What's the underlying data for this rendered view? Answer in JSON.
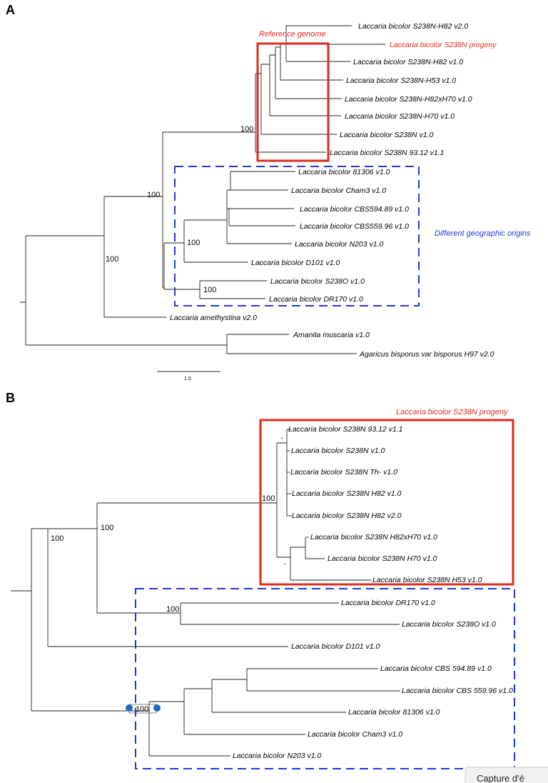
{
  "panels": [
    {
      "letter": "A",
      "support_values": [
        "100",
        "100",
        "100",
        "100",
        "100"
      ],
      "leaves": [
        "Laccaria bicolor S238N-H82 v2.0",
        "Laccaria bicolor S238N progeny",
        "Laccaria bicolor S238N-H82 v1.0",
        "Laccaria bicolor S238N-H53 v1.0",
        "Laccaria bicolor S238N-H82xH70 v1.0",
        "Laccaria bicolor S238N-H70 v1.0",
        "Laccaria bicolor S238N v1.0",
        "Laccaria bicolor S238N 93.12 v1.1",
        "Laccaria bicolor 81306 v1.0",
        "Laccaria bicolor Cham3 v1.0",
        "Laccaria bicolor CBS594.89 v1.0",
        "Laccaria bicolor CBS559.96 v1.0",
        "Laccaria bicolor N203 v1.0",
        "Laccaria bicolor D101 v1.0",
        "Laccaria bicolor S238O v1.0",
        "Laccaria bicolor DR170 v1.0",
        "Laccaria amethystina v2.0",
        "Amanita muscaria v1.0",
        "Agaricus bisporus var bisporus H97 v2.0"
      ],
      "reference_note": "Reference genome",
      "geographic_note": "Different geographic origins",
      "scale_label": "1.0"
    },
    {
      "letter": "B",
      "support_values": [
        "100",
        "100",
        "100",
        "100",
        "100"
      ],
      "asterisks": [
        "*",
        "*"
      ],
      "progeny_note": "Laccaria bicolor S238N progeny",
      "leaves": [
        "Laccaria bicolor S238N 93.12 v1.1",
        "Laccaria bicolor S238N v1.0",
        "Laccaria bicolor S238N Th- v1.0",
        "Laccaria bicolor S238N H82 v1.0",
        "Laccaria bicolor S238N H82 v2.0",
        "Laccaria bicolor S238N H82xH70 v1.0",
        "Laccaria bicolor S238N H70 v1.0",
        "Laccaria bicolor S238N H53 v1.0",
        "Laccaria bicolor DR170 v1.0",
        "Laccaria bicolor S238O v1.0",
        "Laccaria bicolor D101 v1.0",
        "Laccaria bicolor CBS 594.89 v1.0",
        "Laccaria bicolor CBS 559.96 v1.0",
        "Laccaria bicolor 81306 v1.0",
        "Laccaria bicolor Cham3 v1.0",
        "Laccaria bicolor N203 v1.0"
      ]
    }
  ],
  "overlay": {
    "tooltip_text": "Capture d'é"
  },
  "colors": {
    "highlight_red": "#e02a1c",
    "highlight_blue": "#1f3bd6",
    "node_marker": "#1f6fc0"
  }
}
